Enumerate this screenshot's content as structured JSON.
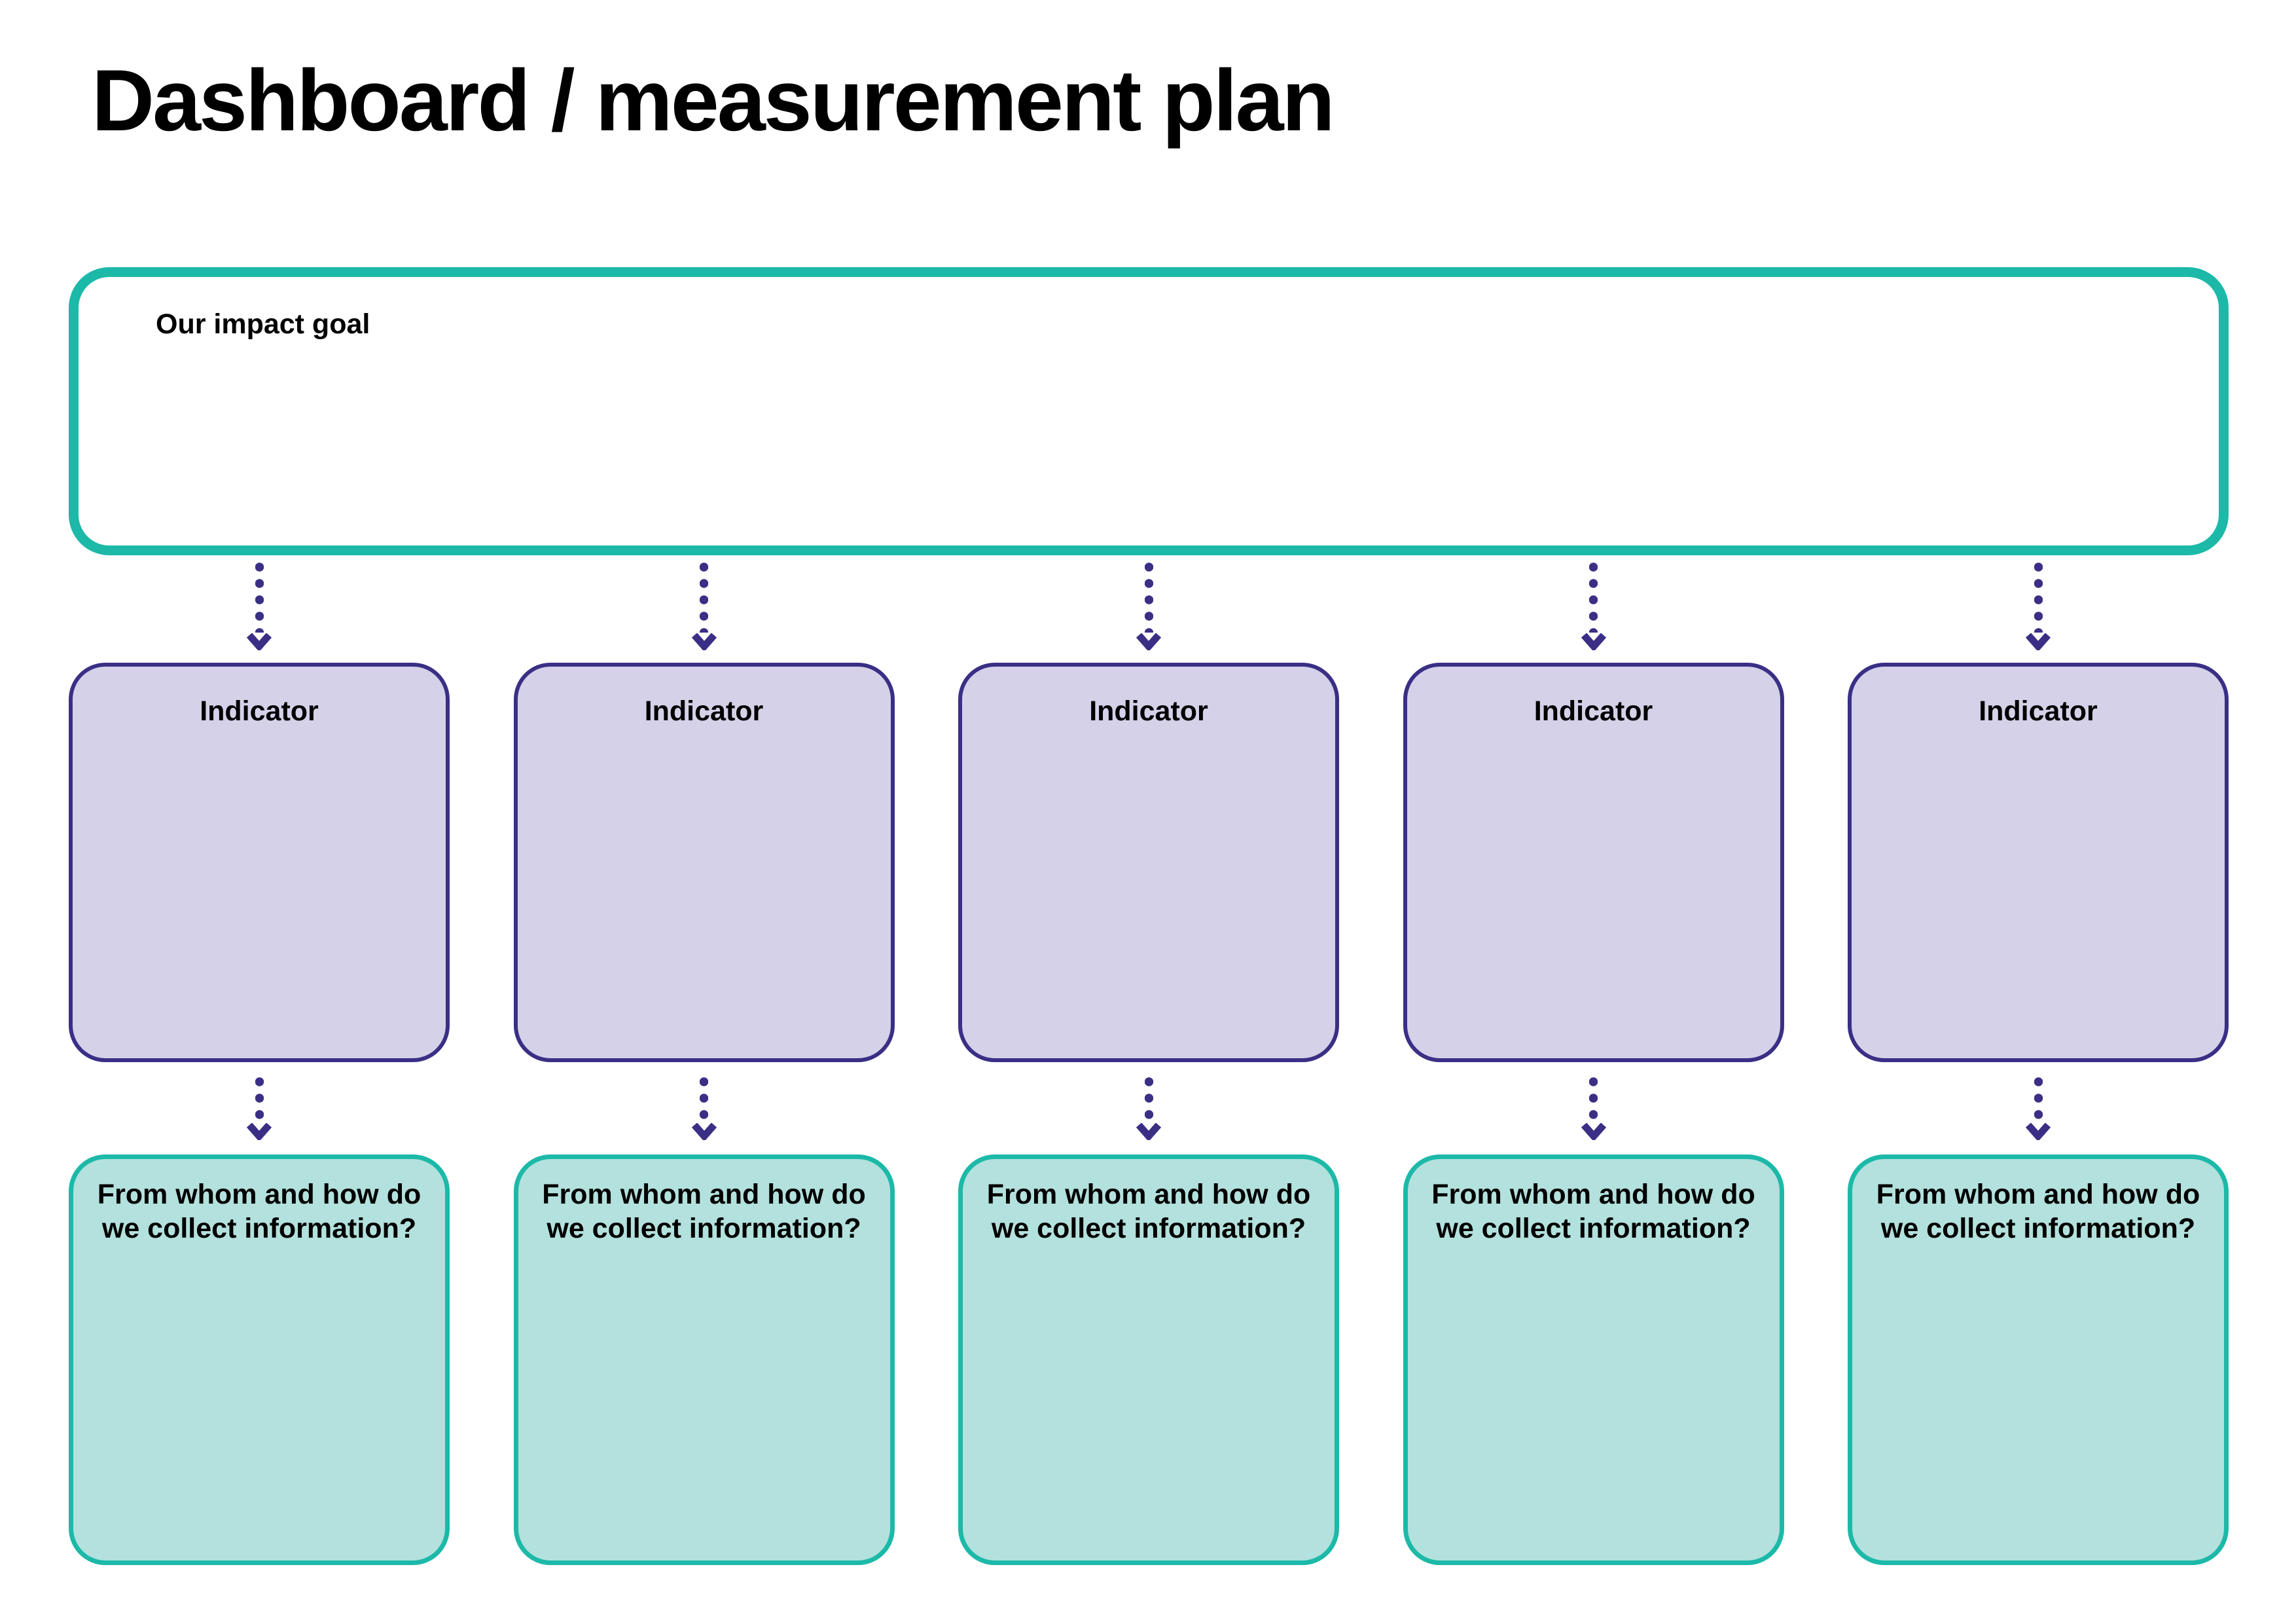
{
  "page_title": "Dashboard / measurement plan",
  "goal_box": {
    "label": "Our impact goal"
  },
  "columns": [
    {
      "indicator_label": "Indicator",
      "collection_label": "From whom and how do\nwe collect information?"
    },
    {
      "indicator_label": "Indicator",
      "collection_label": "From whom and how do\nwe collect information?"
    },
    {
      "indicator_label": "Indicator",
      "collection_label": "From whom and how do\nwe collect information?"
    },
    {
      "indicator_label": "Indicator",
      "collection_label": "From whom and how do\nwe collect information?"
    },
    {
      "indicator_label": "Indicator",
      "collection_label": "From whom and how do\nwe collect information?"
    }
  ],
  "colors": {
    "teal_border": "#1CB9A8",
    "teal_fill": "#B3E1DD",
    "indigo_border": "#3A2F85",
    "lavender_fill": "#D5D1E8",
    "arrow": "#3A2F85",
    "text": "#000000",
    "background": "#FFFFFF"
  }
}
